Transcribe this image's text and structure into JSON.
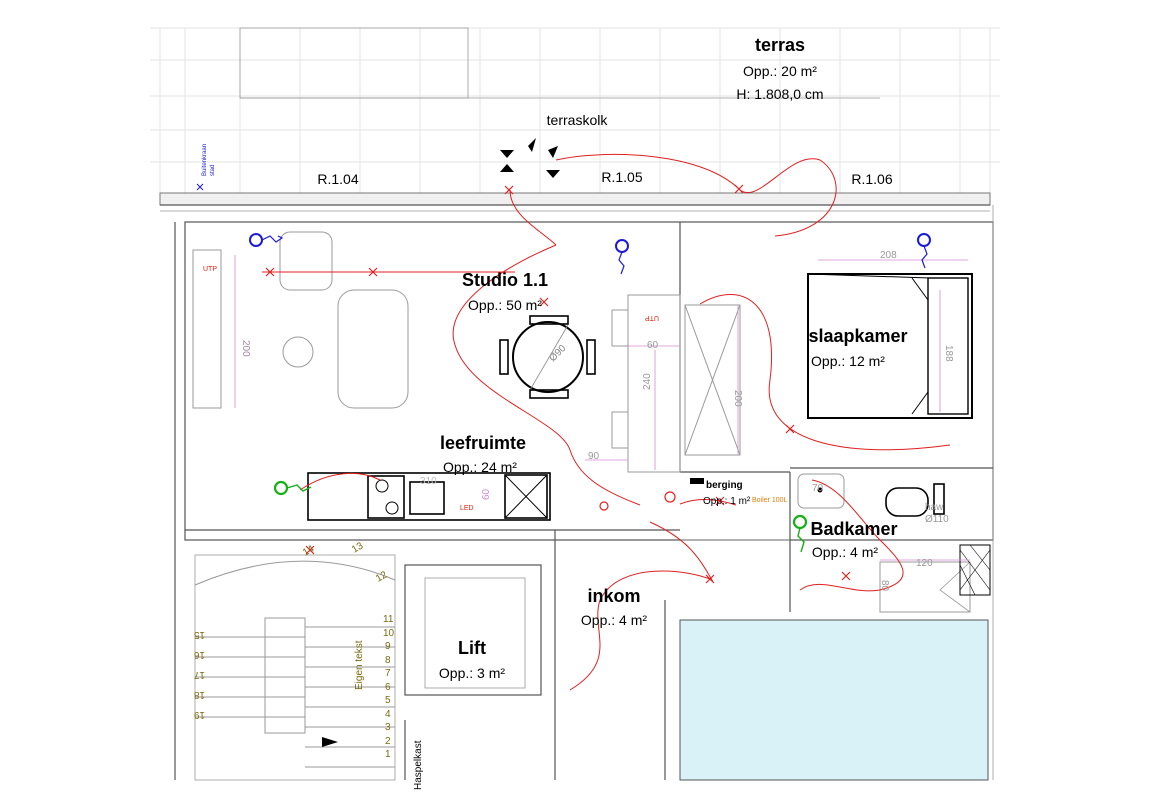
{
  "rooms": {
    "terras": {
      "name": "terras",
      "area_label": "Opp.: 20 m²",
      "height_label": "H: 1.808,0 cm"
    },
    "studio": {
      "name": "Studio 1.1",
      "area_label": "Opp.: 50 m²"
    },
    "slaapkamer": {
      "name": "slaapkamer",
      "area_label": "Opp.: 12 m²"
    },
    "leefruimte": {
      "name": "leefruimte",
      "area_label": "Opp.: 24 m²"
    },
    "berging": {
      "name": "berging",
      "area_label": "Opp.: 1 m²"
    },
    "badkamer": {
      "name": "Badkamer",
      "area_label": "Opp.: 4 m²"
    },
    "inkom": {
      "name": "inkom",
      "area_label": "Opp.: 4 m²"
    },
    "lift": {
      "name": "Lift",
      "area_label": "Opp.: 3 m²"
    }
  },
  "labels": {
    "terraskolk": "terraskolk",
    "ref_104": "R.1.04",
    "ref_105": "R.1.05",
    "ref_106": "R.1.06",
    "buitenkraan": "Buitenkraan",
    "stad": "stad",
    "utp_1": "UTP",
    "utp_2": "UTP",
    "led": "LED",
    "boiler": "Boiler 100L",
    "eigen_tekst": "Eigen tekst",
    "haspelkast": "Haspelkast",
    "haw": "haw",
    "haw_size": "Ø110"
  },
  "dimensions": {
    "d200_left": "200",
    "d90_table": "Ø90",
    "d60": "60",
    "d240": "240",
    "d200_mid": "200",
    "d90_bottom": "90",
    "d208": "208",
    "d188": "188",
    "d120": "120",
    "d80": "80",
    "d70": "70",
    "d60_kitchen": "60",
    "d310": "310"
  },
  "stairs": {
    "right_numbers": [
      "13",
      "12",
      "11",
      "10",
      "9",
      "8",
      "7",
      "6",
      "5",
      "4",
      "3",
      "2",
      "1"
    ],
    "left_numbers": [
      "15",
      "16",
      "17",
      "18",
      "19"
    ],
    "top_number": "14"
  },
  "colors": {
    "wiring": "#e02020",
    "water_supply": "#1a1ad8",
    "drain": "#14b014",
    "dimension": "#d48ad4",
    "lift_fill": "#d8f2f8"
  }
}
